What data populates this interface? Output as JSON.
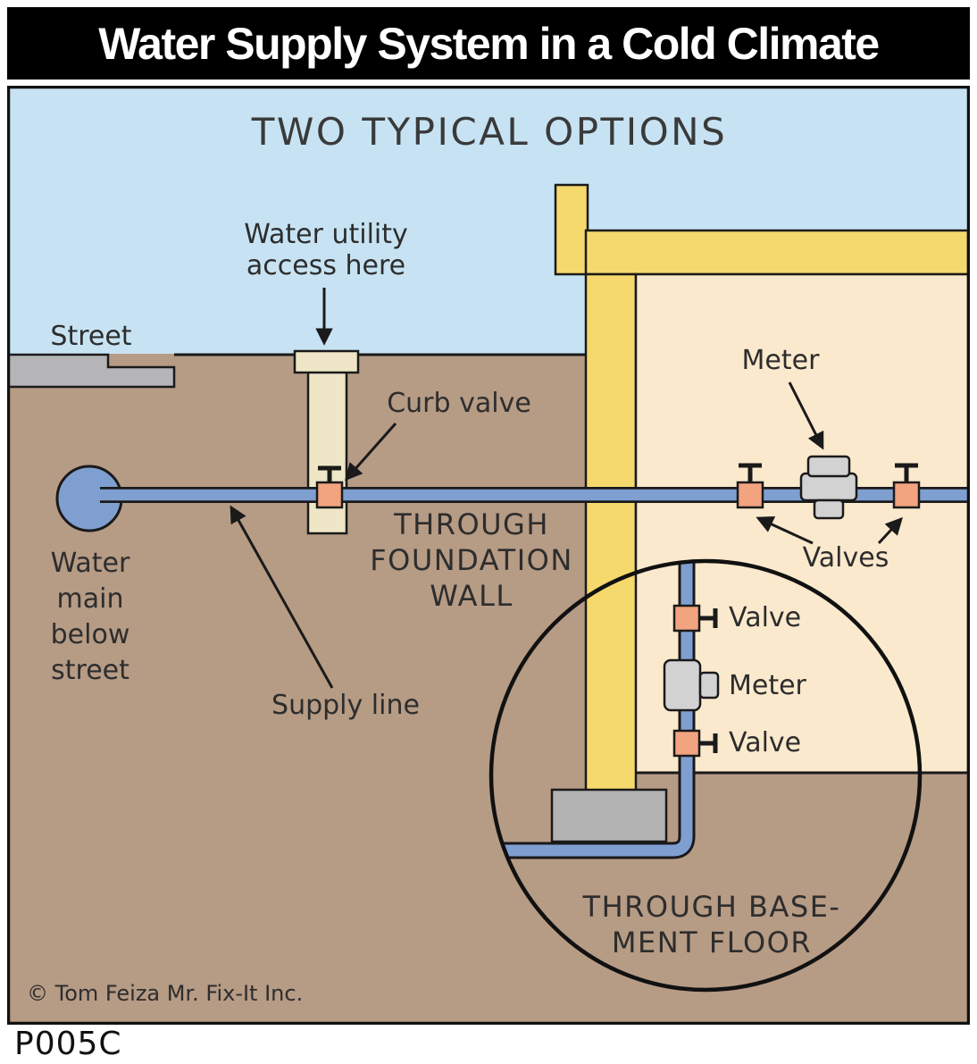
{
  "title": "Water Supply System in a Cold Climate",
  "subtitle": "TWO TYPICAL OPTIONS",
  "code": "P005C",
  "copyright": "© Tom Feiza Mr. Fix-It Inc.",
  "labels": {
    "street": "Street",
    "water_utility": {
      "lines": [
        "Water utility",
        "access here"
      ]
    },
    "curb_valve": "Curb valve",
    "through_foundation": {
      "lines": [
        "THROUGH",
        "FOUNDATION",
        "WALL"
      ]
    },
    "water_main": {
      "lines": [
        "Water",
        "main",
        "below",
        "street"
      ]
    },
    "supply_line": "Supply line",
    "meter": "Meter",
    "valves": "Valves",
    "inset_valve_top": "Valve",
    "inset_meter": "Meter",
    "inset_valve_bottom": "Valve",
    "through_basement": {
      "lines": [
        "THROUGH BASE-",
        "MENT FLOOR"
      ]
    }
  },
  "colors": {
    "title_bg": "#000000",
    "title_text": "#ffffff",
    "sky": "#c7e3f3",
    "ground": "#b69b85",
    "street_gray": "#b5b5b7",
    "wall_yellow": "#f6d96d",
    "interior_cream": "#fbe9cd",
    "curb_box_beige": "#eee6c6",
    "pipe_blue": "#7f9fd1",
    "valve_orange": "#f2a37f",
    "meter_gray": "#d2d2d2",
    "slab_gray": "#b3b3b3",
    "outline": "#1a1a1a",
    "label_text": "#2d2d2d"
  }
}
